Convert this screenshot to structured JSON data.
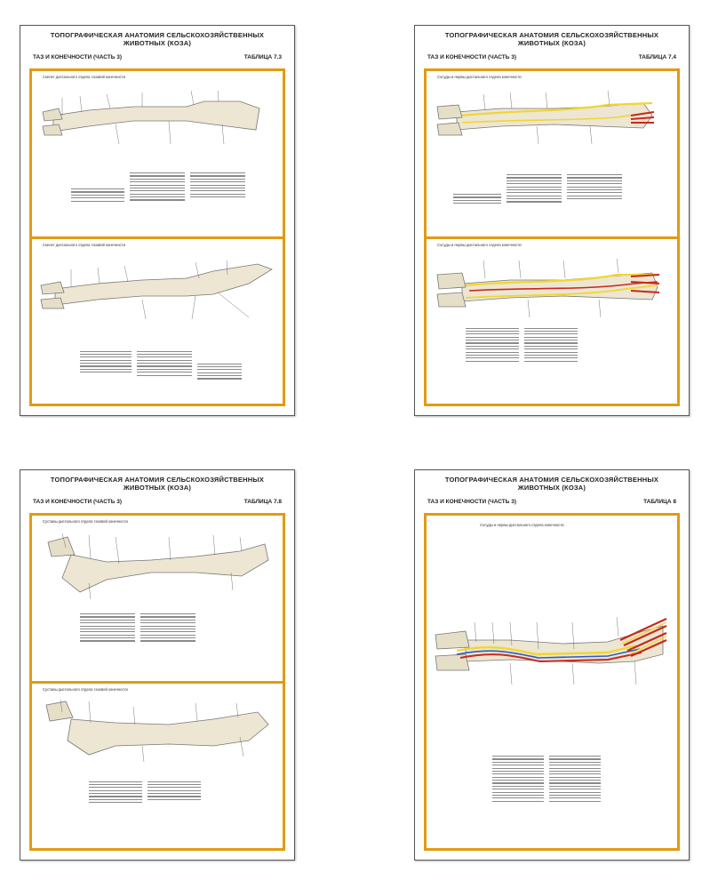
{
  "colors": {
    "frame": "#e39a12",
    "bone": "#ece6d2",
    "bone_outline": "#777777",
    "nerve": "#f0d632",
    "artery": "#c8281e",
    "vein": "#2a5cc8"
  },
  "posters": [
    {
      "title": "ТОПОГРАФИЧЕСКАЯ АНАТОМИЯ СЕЛЬСКОХОЗЯЙСТВЕННЫХ\nЖИВОТНЫХ (КОЗА)",
      "section": "ТАЗ И КОНЕЧНОСТИ (ЧАСТЬ 3)",
      "table": "Таблица 7.3",
      "panels": [
        "Скелет дистального отдела тазовой конечности",
        "Скелет дистального отдела тазовой конечности"
      ]
    },
    {
      "title": "ТОПОГРАФИЧЕСКАЯ АНАТОМИЯ СЕЛЬСКОХОЗЯЙСТВЕННЫХ\nЖИВОТНЫХ (КОЗА)",
      "section": "ТАЗ И КОНЕЧНОСТИ (ЧАСТЬ 3)",
      "table": "Таблица 7.4",
      "panels": [
        "Сосуды и нервы дистального отдела конечности",
        "Сосуды и нервы дистального отдела конечности"
      ]
    },
    {
      "title": "ТОПОГРАФИЧЕСКАЯ АНАТОМИЯ СЕЛЬСКОХОЗЯЙСТВЕННЫХ\nЖИВОТНЫХ (КОЗА)",
      "section": "ТАЗ И КОНЕЧНОСТИ (ЧАСТЬ 3)",
      "table": "Таблица 7.8",
      "panels": [
        "Суставы дистального отдела тазовой конечности",
        "Суставы дистального отдела тазовой конечности"
      ]
    },
    {
      "title": "ТОПОГРАФИЧЕСКАЯ АНАТОМИЯ СЕЛЬСКОХОЗЯЙСТВЕННЫХ\nЖИВОТНЫХ (КОЗА)",
      "section": "ТАЗ И КОНЕЧНОСТИ (ЧАСТЬ 3)",
      "table": "Таблица 8",
      "panels": [
        "Сосуды и нервы дистального отдела конечности"
      ]
    }
  ]
}
